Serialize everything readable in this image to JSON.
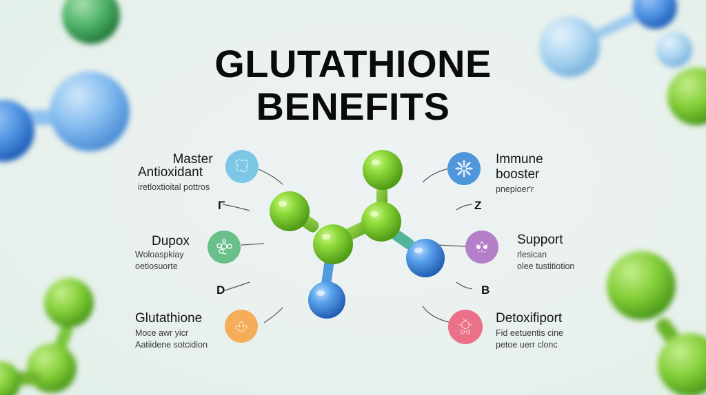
{
  "title": {
    "line1": "GLUTATHIONE",
    "line2": "BENEFITS"
  },
  "benefits": [
    {
      "side": "left",
      "heading_lines": [
        "Master",
        "Antioxidant"
      ],
      "subtext_lines": [
        "iretloxtioital pottros"
      ],
      "icon": "molecule-cluster-icon",
      "color": "#7cc7e6"
    },
    {
      "side": "left",
      "heading_lines": [
        "Dupox"
      ],
      "subtext_lines": [
        "Woloaspkiay",
        "oetiosuorte"
      ],
      "icon": "molecule-ring-icon",
      "color": "#6bbf8a"
    },
    {
      "side": "left",
      "heading_lines": [
        "Glutathione"
      ],
      "subtext_lines": [
        "Moce awr yicr",
        "Aatiidene sotcidion"
      ],
      "icon": "molecule-branch-icon",
      "color": "#f5ad5a"
    },
    {
      "side": "right",
      "heading_lines": [
        "Immune",
        "booster"
      ],
      "subtext_lines": [
        "pnepioer'r"
      ],
      "icon": "flower-icon",
      "color": "#4f96dd"
    },
    {
      "side": "right",
      "heading_lines": [
        "Support"
      ],
      "subtext_lines": [
        "rlesican",
        "olee tustitiotion"
      ],
      "icon": "molecule-star-icon",
      "color": "#b57ec9"
    },
    {
      "side": "right",
      "heading_lines": [
        "Detoxifiport"
      ],
      "subtext_lines": [
        "Fid eetuentis cine",
        "petoe uerr clonc"
      ],
      "icon": "molecule-hex-icon",
      "color": "#ea7188"
    }
  ],
  "markers": {
    "left_top": "Γ",
    "left_bottom": "D",
    "right_top": "Z",
    "right_bottom": "B"
  },
  "colors": {
    "atom_green": "#7fcf2e",
    "atom_blue": "#4a92e0",
    "connector_line": "#555555"
  }
}
